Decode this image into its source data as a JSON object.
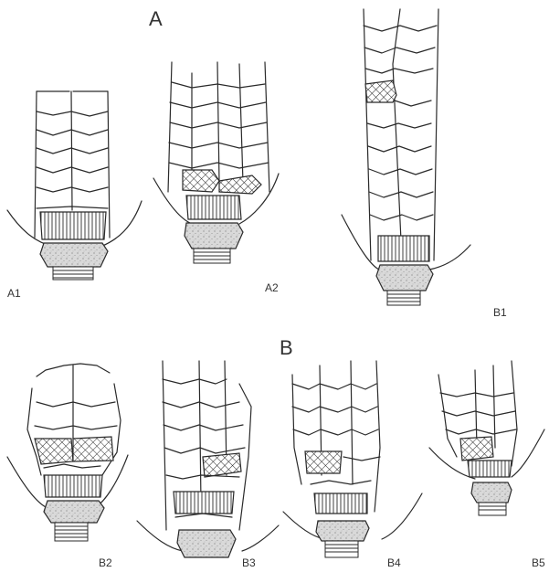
{
  "figure": {
    "heading_a": "A",
    "heading_b": "B",
    "panels": [
      {
        "id": "A1",
        "label": "A1"
      },
      {
        "id": "A2",
        "label": "A2"
      },
      {
        "id": "B1",
        "label": "B1"
      },
      {
        "id": "B2",
        "label": "B2"
      },
      {
        "id": "B3",
        "label": "B3"
      },
      {
        "id": "B4",
        "label": "B4"
      },
      {
        "id": "B5",
        "label": "B5"
      }
    ]
  },
  "legend_patterns": {
    "crosshatch": "cross-hatched segment",
    "vertical": "vertically lined segment",
    "stipple": "stippled segment"
  },
  "colors": {
    "ink": "#2a2a2a",
    "stipple_bg": "#d9d9d9",
    "paper": "#ffffff"
  }
}
